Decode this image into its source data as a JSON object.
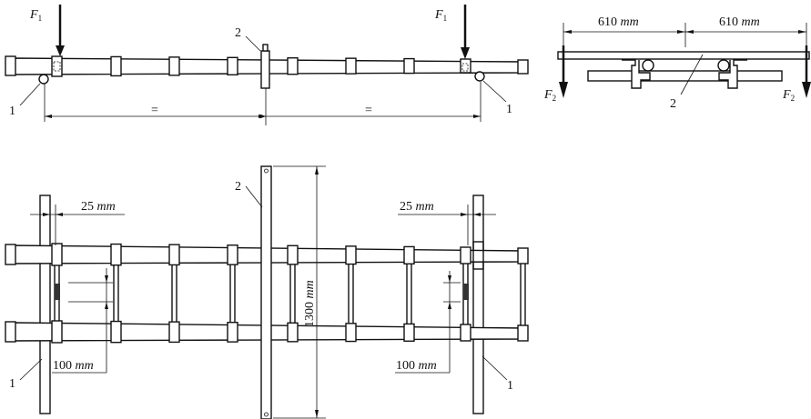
{
  "elevation_view": {
    "force_label": "F",
    "force_sub": "1",
    "part1_label": "1",
    "part2_label": "2",
    "equal_sign": "="
  },
  "side_view": {
    "dim_left": "610",
    "dim_right": "610",
    "unit": "mm",
    "force_label": "F",
    "force_sub": "2",
    "part2_label": "2"
  },
  "plan_view": {
    "dim_25": "25",
    "dim_100": "100",
    "dim_1300": "1300",
    "unit": "mm",
    "part1_label": "1",
    "part2_label": "2"
  }
}
